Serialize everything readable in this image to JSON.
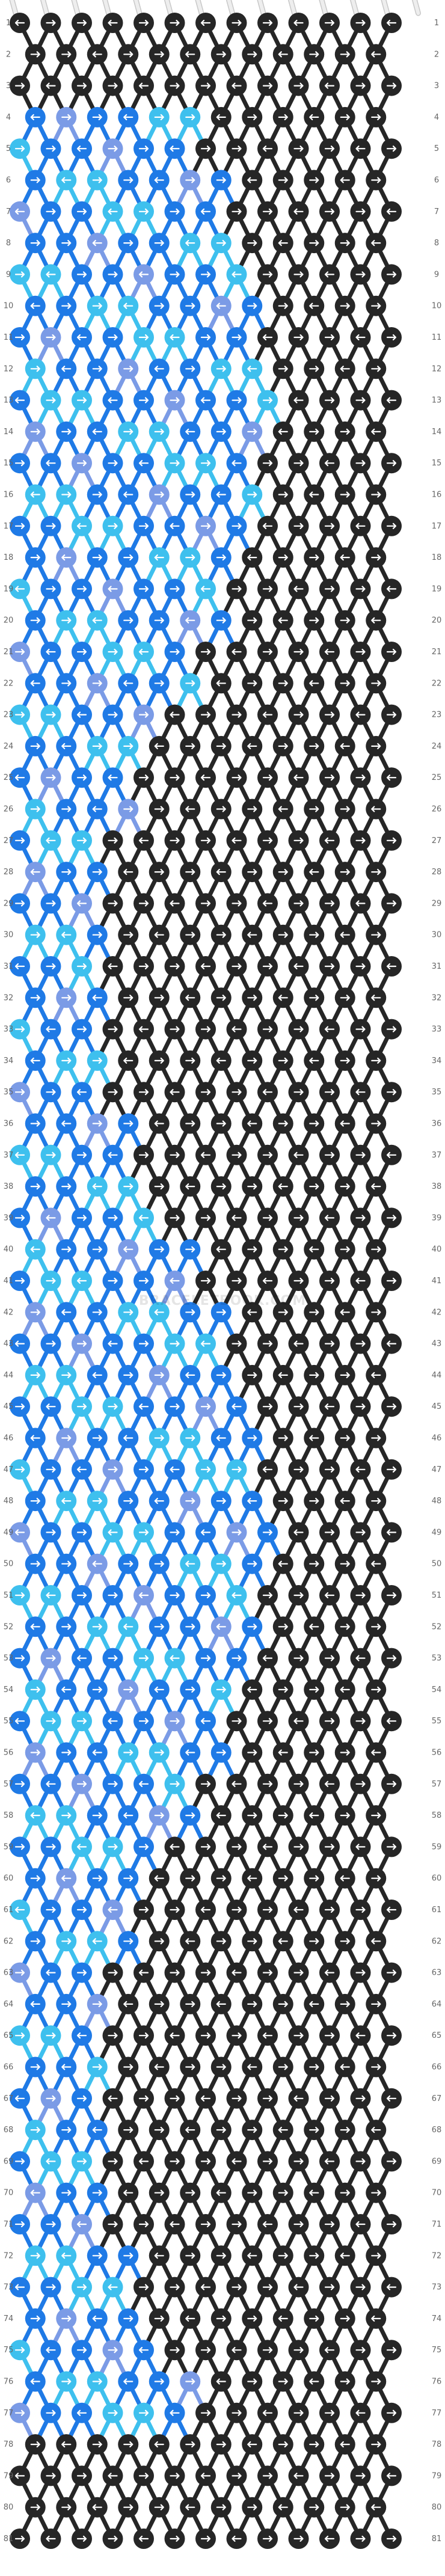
{
  "pattern": {
    "rows": 81,
    "strands": 14,
    "row_labels": [
      "1",
      "2",
      "3",
      "4",
      "5",
      "6",
      "7",
      "8",
      "9",
      "10",
      "11",
      "12",
      "13",
      "14",
      "15",
      "16",
      "17",
      "18",
      "19",
      "20",
      "21",
      "22",
      "23",
      "24",
      "25",
      "26",
      "27",
      "28",
      "29",
      "30",
      "31",
      "32",
      "33",
      "34",
      "35",
      "36",
      "37",
      "38",
      "39",
      "40",
      "41",
      "42",
      "43",
      "44",
      "45",
      "46",
      "47",
      "48",
      "49",
      "50",
      "51",
      "52",
      "53",
      "54",
      "55",
      "56",
      "57",
      "58",
      "59",
      "60",
      "61",
      "62",
      "63",
      "64",
      "65",
      "66",
      "67",
      "68",
      "69",
      "70",
      "71",
      "72",
      "73",
      "74",
      "75",
      "76",
      "77",
      "78",
      "79",
      "80",
      "81"
    ],
    "colors": {
      "black": "#262626",
      "blue": "#1f7ae6",
      "light_blue": "#3ec0ee",
      "lavender": "#7b9be6",
      "strand_white": "#eeeeee",
      "strand_outline": "#c8c8c8",
      "row_number": "#666666",
      "background": "#ffffff"
    },
    "watermark": "BRACELETBOOK.COM"
  }
}
